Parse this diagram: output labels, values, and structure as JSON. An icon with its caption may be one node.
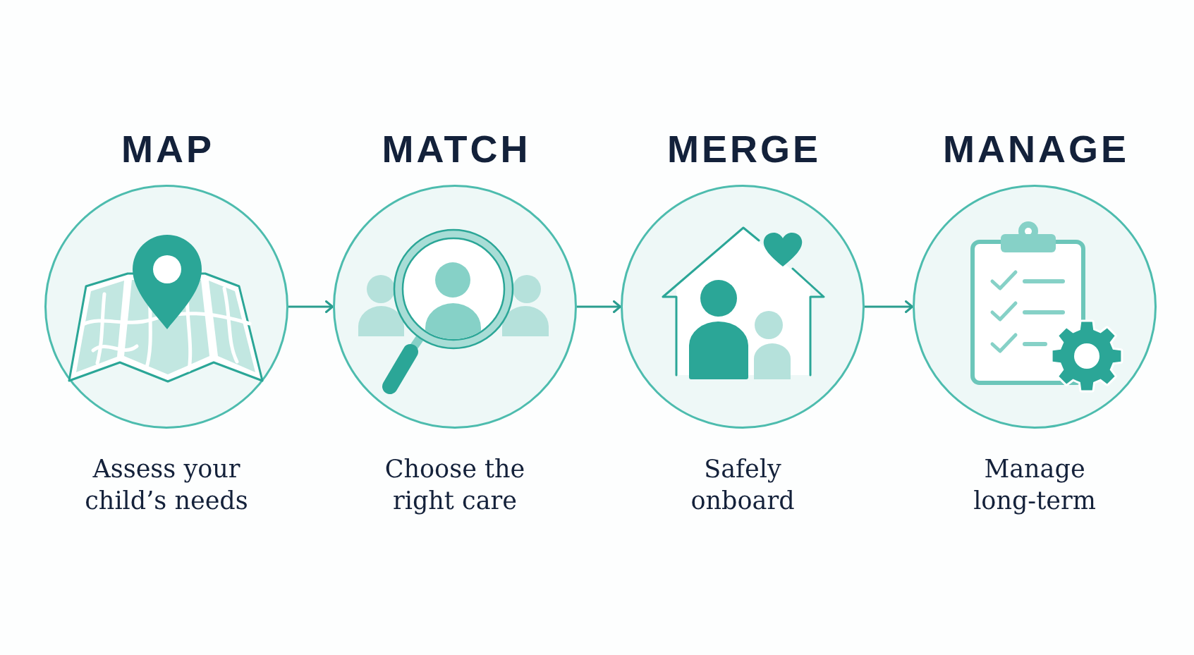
{
  "diagram": {
    "nodes": [
      {
        "text": [
          "MAP",
          "Assess your child’s needs"
        ]
      },
      {
        "text": [
          "MATCH",
          "Choose the right care"
        ]
      },
      {
        "text": [
          "MERGE",
          "Safely onboard"
        ]
      },
      {
        "text": [
          "MANAGE",
          "Manage long-term"
        ]
      }
    ],
    "edges": [
      {
        "from": 0,
        "to": 1,
        "arrow": "to"
      },
      {
        "from": 1,
        "to": 2,
        "arrow": "to"
      },
      {
        "from": 2,
        "to": 3,
        "arrow": "to"
      }
    ]
  }
}
